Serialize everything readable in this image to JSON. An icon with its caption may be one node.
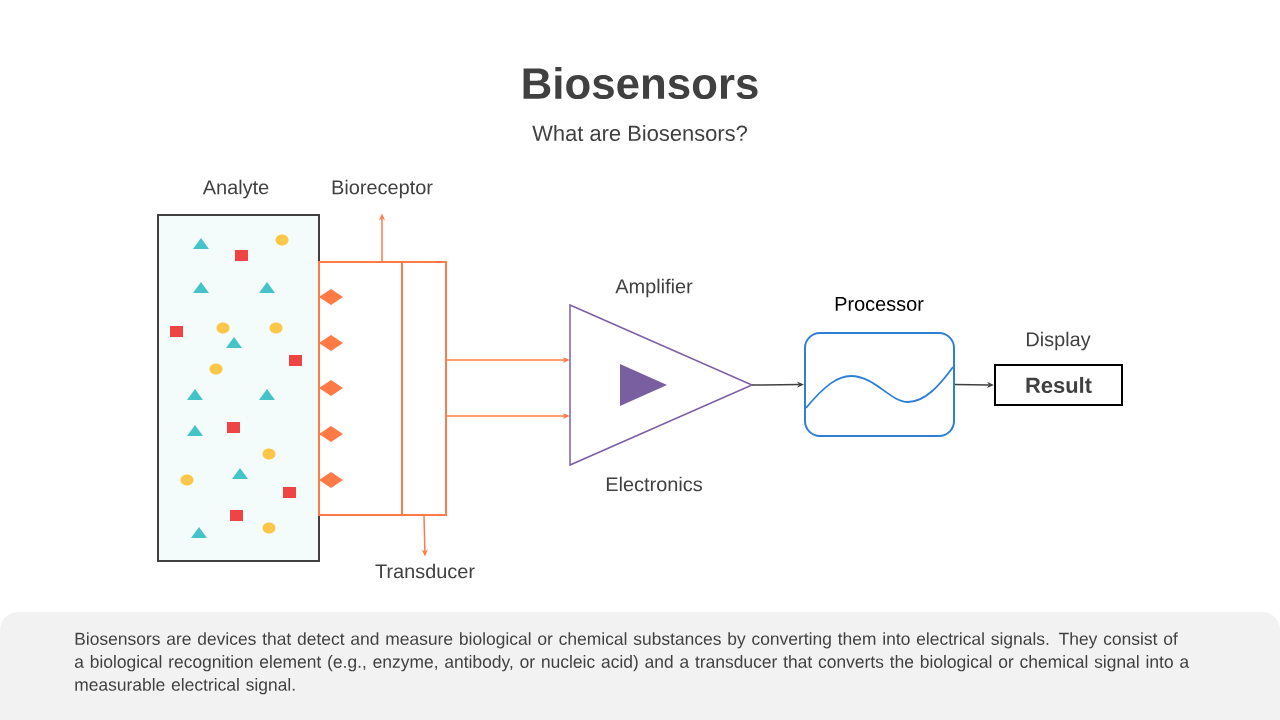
{
  "diagram": {
    "title": "Biosensors",
    "caption": "Biosensors are devices that detect and measure biological or chemical substances by converting them into electrical signals. They consist of a biological recognition element (e.g., enzyme, antibody, or nucleic acid) and a transducer that converts the biological or chemical signal into a measurable electrical signal.",
    "nodes": [
      {
        "text": [
          "Analyte"
        ]
      },
      {
        "text": [
          "Bioreceptor"
        ]
      },
      {
        "text": [],
        "shape": "box"
      },
      {
        "text": [],
        "shape": "box"
      },
      {
        "text": [
          "Transducer"
        ]
      },
      {
        "text": [
          "Amplifier",
          "Electronics"
        ]
      },
      {
        "text": [
          "Processor"
        ]
      },
      {
        "text": [
          "Display",
          "Result"
        ]
      }
    ],
    "edges": [
      {
        "from": 2,
        "to": 1,
        "arrow": "to"
      },
      {
        "from": 3,
        "to": 4,
        "arrow": "to"
      },
      {
        "from": 3,
        "to": 5,
        "arrow": "to"
      },
      {
        "from": 3,
        "to": 5,
        "arrow": "to"
      },
      {
        "from": 5,
        "to": 6,
        "arrow": "to",
        "color": "#404040"
      },
      {
        "from": 6,
        "to": 7,
        "arrow": "to",
        "color": "#404040"
      }
    ],
    "labels": [
      "What are Biosensors?"
    ]
  }
}
